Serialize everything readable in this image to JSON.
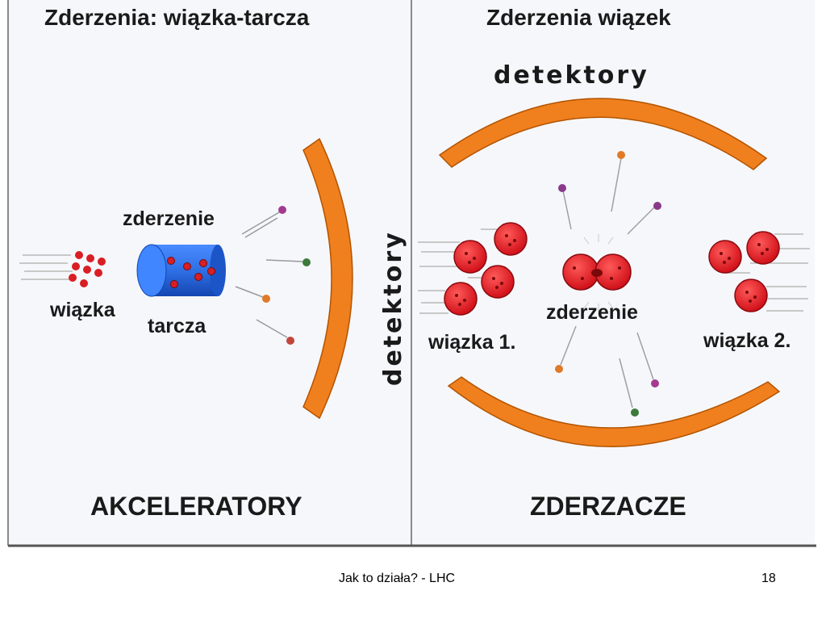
{
  "left_panel": {
    "title": "Zderzenia: wiązka-tarcza",
    "label_collision": "zderzenie",
    "label_beam": "wiązka",
    "label_target": "tarcza",
    "label_detectors": "detektory",
    "caption": "AKCELERATORY"
  },
  "right_panel": {
    "title": "Zderzenia wiązek",
    "label_detectors": "detektory",
    "label_collision": "zderzenie",
    "label_beam1": "wiązka 1.",
    "label_beam2": "wiązka 2.",
    "caption": "ZDERZACZE"
  },
  "colors": {
    "detector": "#f07f1e",
    "target": "#2f6fe6",
    "beam_particle": "#e8232a",
    "background": "#f6f7fb"
  },
  "footer": {
    "text": "Jak to działa? - LHC",
    "page": "18"
  }
}
